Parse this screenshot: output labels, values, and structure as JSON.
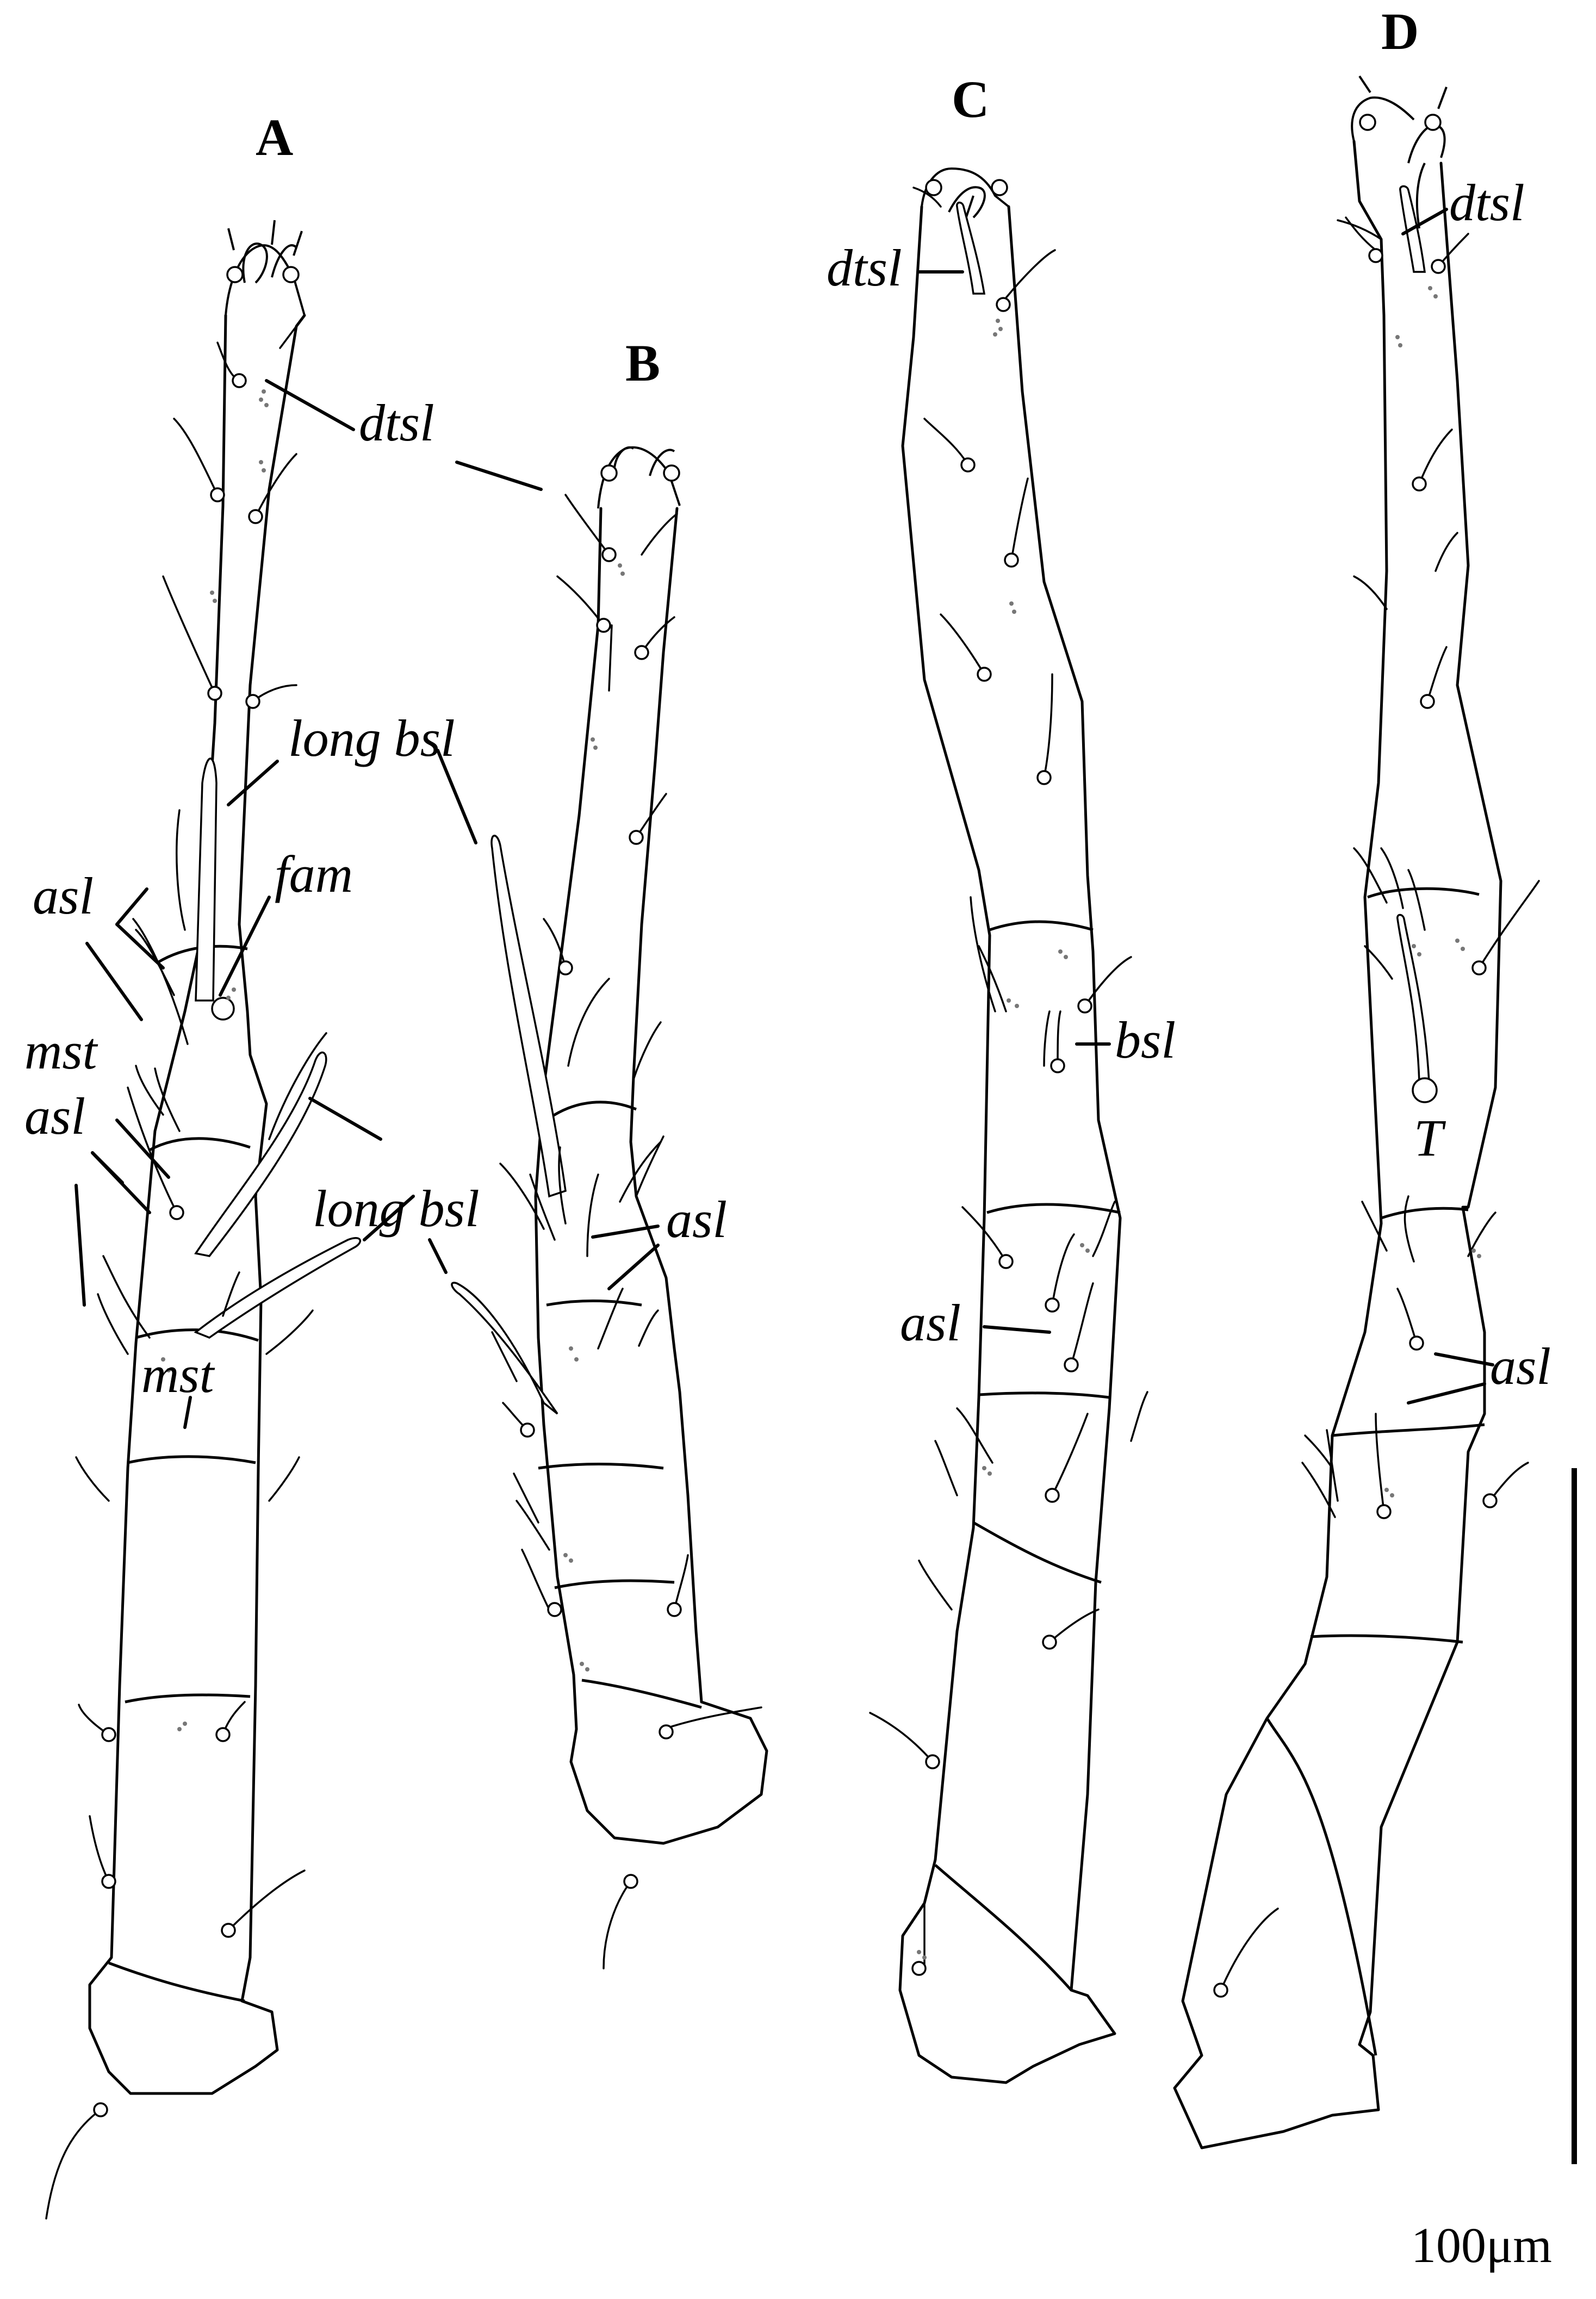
{
  "figure": {
    "panels": [
      {
        "id": "A",
        "letter": "A"
      },
      {
        "id": "B",
        "letter": "B"
      },
      {
        "id": "C",
        "letter": "C"
      },
      {
        "id": "D",
        "letter": "D"
      }
    ],
    "labels": {
      "A": {
        "dtsl": "dtsl",
        "long_bsl_top": "long bsl",
        "fam": "fam",
        "asl_upper": "asl",
        "mst_upper": "mst",
        "asl_lower": "asl",
        "mst_lower": "mst",
        "long_bsl_mid": "long bsl"
      },
      "B": {
        "asl": "asl"
      },
      "C": {
        "dtsl": "dtsl",
        "bsl": "bsl",
        "asl": "asl"
      },
      "D": {
        "dtsl": "dtsl",
        "T": "T",
        "asl": "asl"
      }
    },
    "scale_bar": {
      "label": "100μm"
    }
  }
}
